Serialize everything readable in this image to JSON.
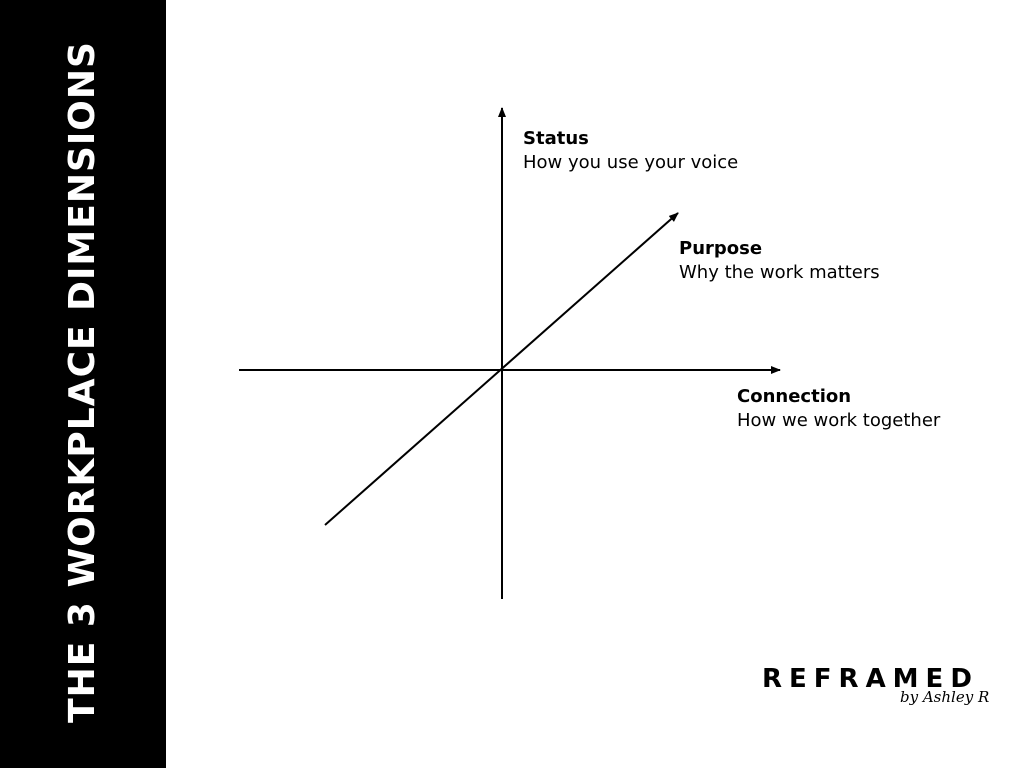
{
  "sidebar": {
    "title": "THE 3 WORKPLACE DIMENSIONS",
    "background": "#000000",
    "text_color": "#ffffff"
  },
  "diagram": {
    "axes": [
      {
        "name": "Status",
        "description": "How you use your voice",
        "direction": "vertical"
      },
      {
        "name": "Purpose",
        "description": "Why the work matters",
        "direction": "diagonal"
      },
      {
        "name": "Connection",
        "description": "How we work together",
        "direction": "horizontal"
      }
    ]
  },
  "brand": {
    "name": "REFRAMED",
    "tagline": "by Ashley R"
  }
}
